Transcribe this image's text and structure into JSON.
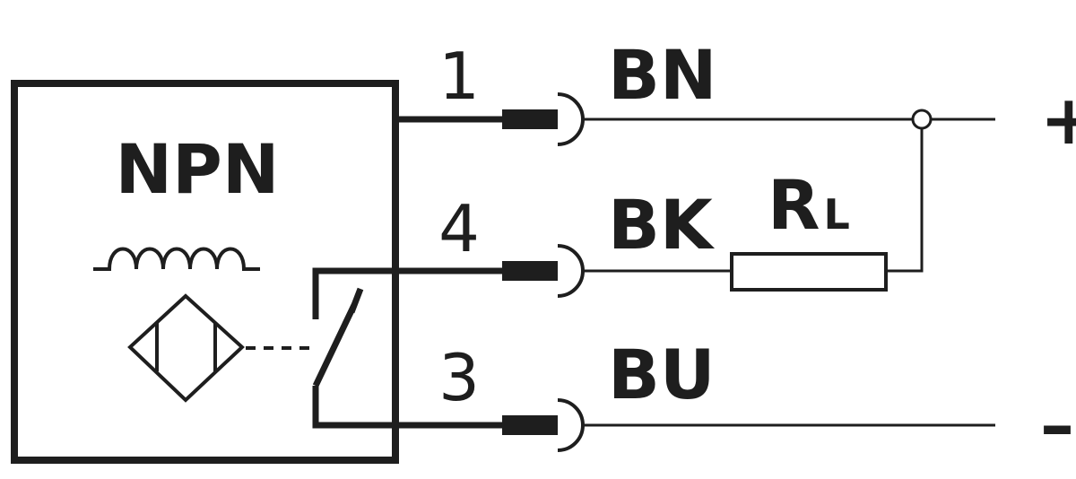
{
  "sensor": {
    "type_label": "NPN"
  },
  "wires": [
    {
      "pin": "1",
      "color": "BN",
      "terminal": "+"
    },
    {
      "pin": "4",
      "color": "BK",
      "terminal": ""
    },
    {
      "pin": "3",
      "color": "BU",
      "terminal": "–"
    }
  ],
  "load": {
    "label_main": "R",
    "label_sub": "L"
  },
  "colors": {
    "ink": "#1e1e1e",
    "background": "#ffffff"
  }
}
